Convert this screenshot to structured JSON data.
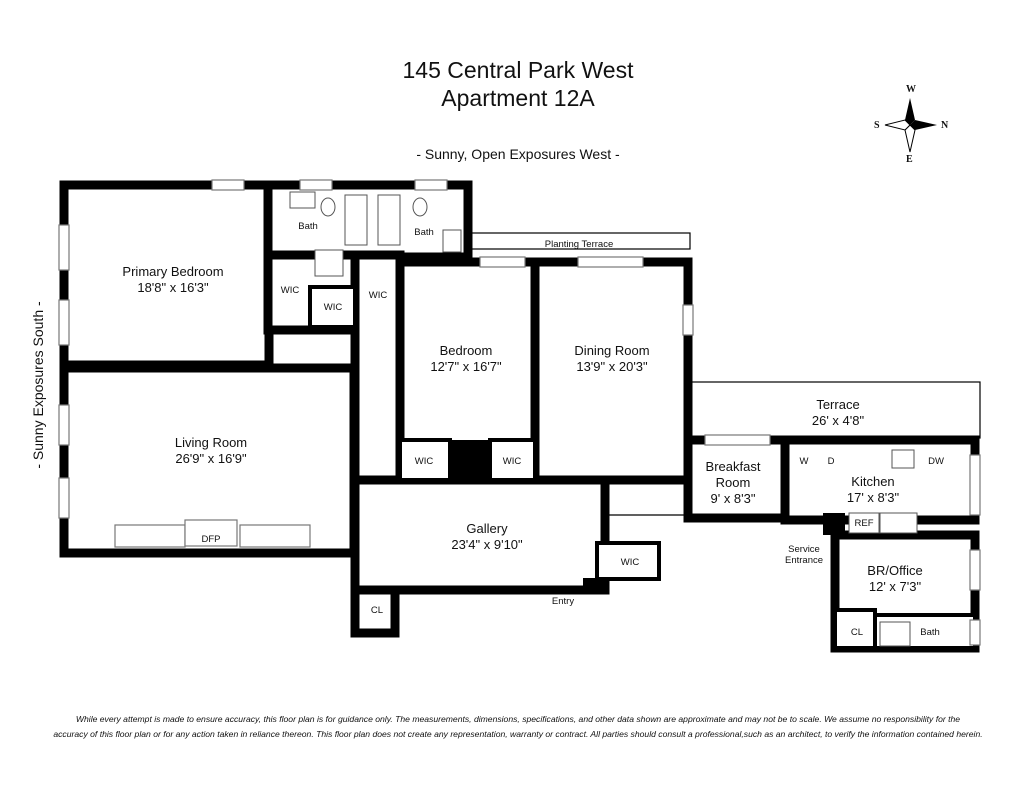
{
  "header": {
    "title_line1": "145 Central Park West",
    "title_line2": "Apartment 12A",
    "subtitle": "- Sunny, Open Exposures West -"
  },
  "side_label": "- Sunny Exposures South -",
  "compass": {
    "top": "W",
    "bottom": "E",
    "left": "S",
    "right": "N"
  },
  "rooms": {
    "primary_bedroom": {
      "name": "Primary Bedroom",
      "dims": "18'8\" x 16'3\""
    },
    "living_room": {
      "name": "Living Room",
      "dims": "26'9\" x 16'9\""
    },
    "bedroom": {
      "name": "Bedroom",
      "dims": "12'7\" x 16'7\""
    },
    "dining_room": {
      "name": "Dining Room",
      "dims": "13'9\" x 20'3\""
    },
    "terrace": {
      "name": "Terrace",
      "dims": "26' x 4'8\""
    },
    "breakfast_room": {
      "name": "Breakfast Room",
      "dims": "9' x 8'3\""
    },
    "kitchen": {
      "name": "Kitchen",
      "dims": "17' x 8'3\""
    },
    "gallery": {
      "name": "Gallery",
      "dims": "23'4\" x 9'10\""
    },
    "br_office": {
      "name": "BR/Office",
      "dims": "12' x 7'3\""
    }
  },
  "fixtures": {
    "bath1": "Bath",
    "bath2": "Bath",
    "bath3": "Bath",
    "wic1": "WIC",
    "wic2": "WIC",
    "wic3": "WIC",
    "wic4": "WIC",
    "wic5": "WIC",
    "wic6": "WIC",
    "planting_terrace": "Planting Terrace",
    "dfp": "DFP",
    "cl1": "CL",
    "cl2": "CL",
    "entry": "Entry",
    "service_entrance": "Service Entrance",
    "washer": "W",
    "dryer": "D",
    "dishwasher": "DW",
    "refrigerator": "REF"
  },
  "disclaimer": {
    "line1": "While every attempt is made to ensure accuracy, this floor plan is for guidance only. The measurements, dimensions, specifications, and other data shown are approximate and may not be to scale. We assume no responsibility for the",
    "line2": "accuracy of this floor plan or for any action taken in reliance thereon. This floor plan does not create any representation, warranty or contract.  All parties should consult a professional,such as an architect, to verify the information contained herein."
  }
}
